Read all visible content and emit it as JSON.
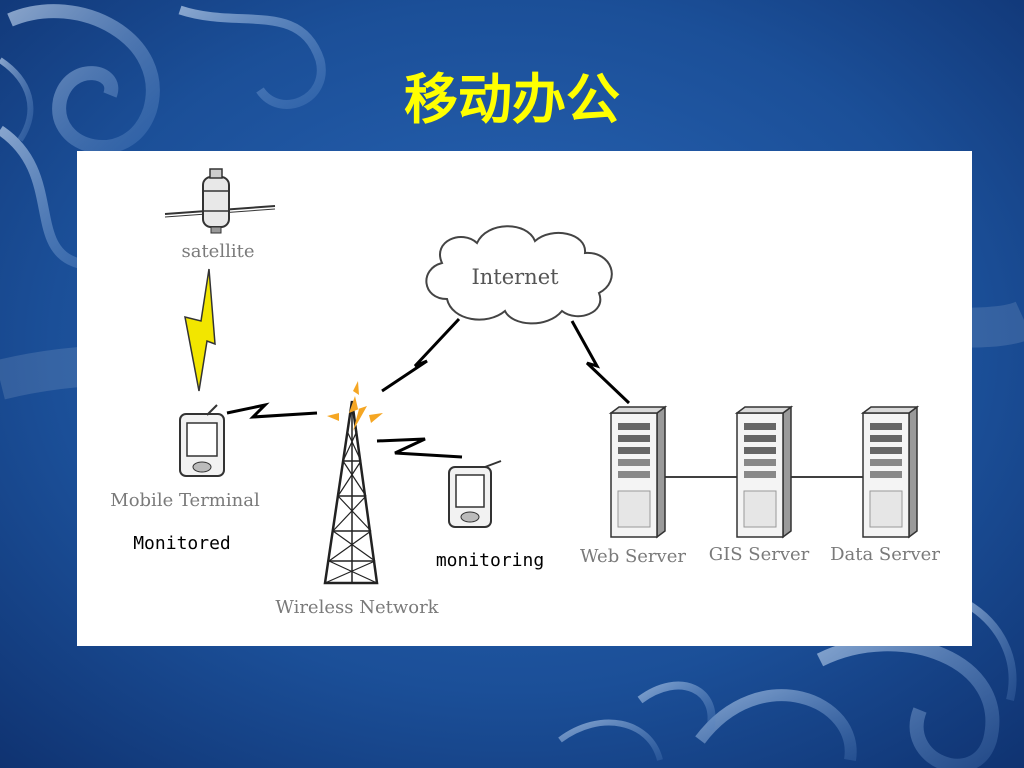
{
  "slide": {
    "title": "移动办公"
  },
  "diagram": {
    "nodes": {
      "satellite": "satellite",
      "internet": "Internet",
      "mobile_terminal": "Mobile Terminal",
      "monitored": "Monitored",
      "wireless_network": "Wireless Network",
      "monitoring": "monitoring",
      "web_server": "Web Server",
      "gis_server": "GIS Server",
      "data_server": "Data Server"
    },
    "colors": {
      "title": "#ffff00",
      "lightning_satellite": "#f2e600",
      "lightning_dark": "#000000",
      "tower_flame": "#f5a623",
      "server_body": "#f4f4f4",
      "server_side": "#9a9a9a",
      "background": "#1d4f96"
    }
  }
}
